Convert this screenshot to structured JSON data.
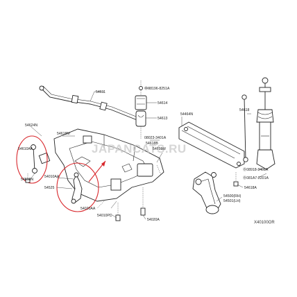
{
  "watermark": "JAPANCATS.RU",
  "diagram_code": "X40100OR",
  "callouts": [
    {
      "key": "c54611",
      "text": "54611"
    },
    {
      "key": "c08196",
      "text": "Ⓑ08196-8251A"
    },
    {
      "key": "c54614",
      "text": "54614"
    },
    {
      "key": "c54613",
      "text": "54613"
    },
    {
      "key": "c54464",
      "text": "54464N"
    },
    {
      "key": "c54618",
      "text": "54618"
    },
    {
      "key": "c54624",
      "text": "54624N"
    },
    {
      "key": "c54618m",
      "text": "54618M"
    },
    {
      "key": "c54610a",
      "text": "54610AA"
    },
    {
      "key": "c08023",
      "text": "08023-3401A"
    },
    {
      "key": "c54618b",
      "text": "54618B"
    },
    {
      "key": "c54619",
      "text": "54619M"
    },
    {
      "key": "c54618r",
      "text": "54618N"
    },
    {
      "key": "c54010a",
      "text": "54010AA"
    },
    {
      "key": "c54525",
      "text": "54525"
    },
    {
      "key": "c54020a",
      "text": "54020AA"
    },
    {
      "key": "c54010p",
      "text": "54010PD"
    },
    {
      "key": "c54020b",
      "text": "54020A"
    },
    {
      "key": "c54500",
      "text": "54500(RH)"
    },
    {
      "key": "c54501",
      "text": "54501(LH)"
    },
    {
      "key": "c54618l",
      "text": "54618A"
    },
    {
      "key": "c08918",
      "text": "Ⓑ08918-3401A"
    },
    {
      "key": "c081a7",
      "text": "Ⓑ081A7-2201A"
    }
  ]
}
